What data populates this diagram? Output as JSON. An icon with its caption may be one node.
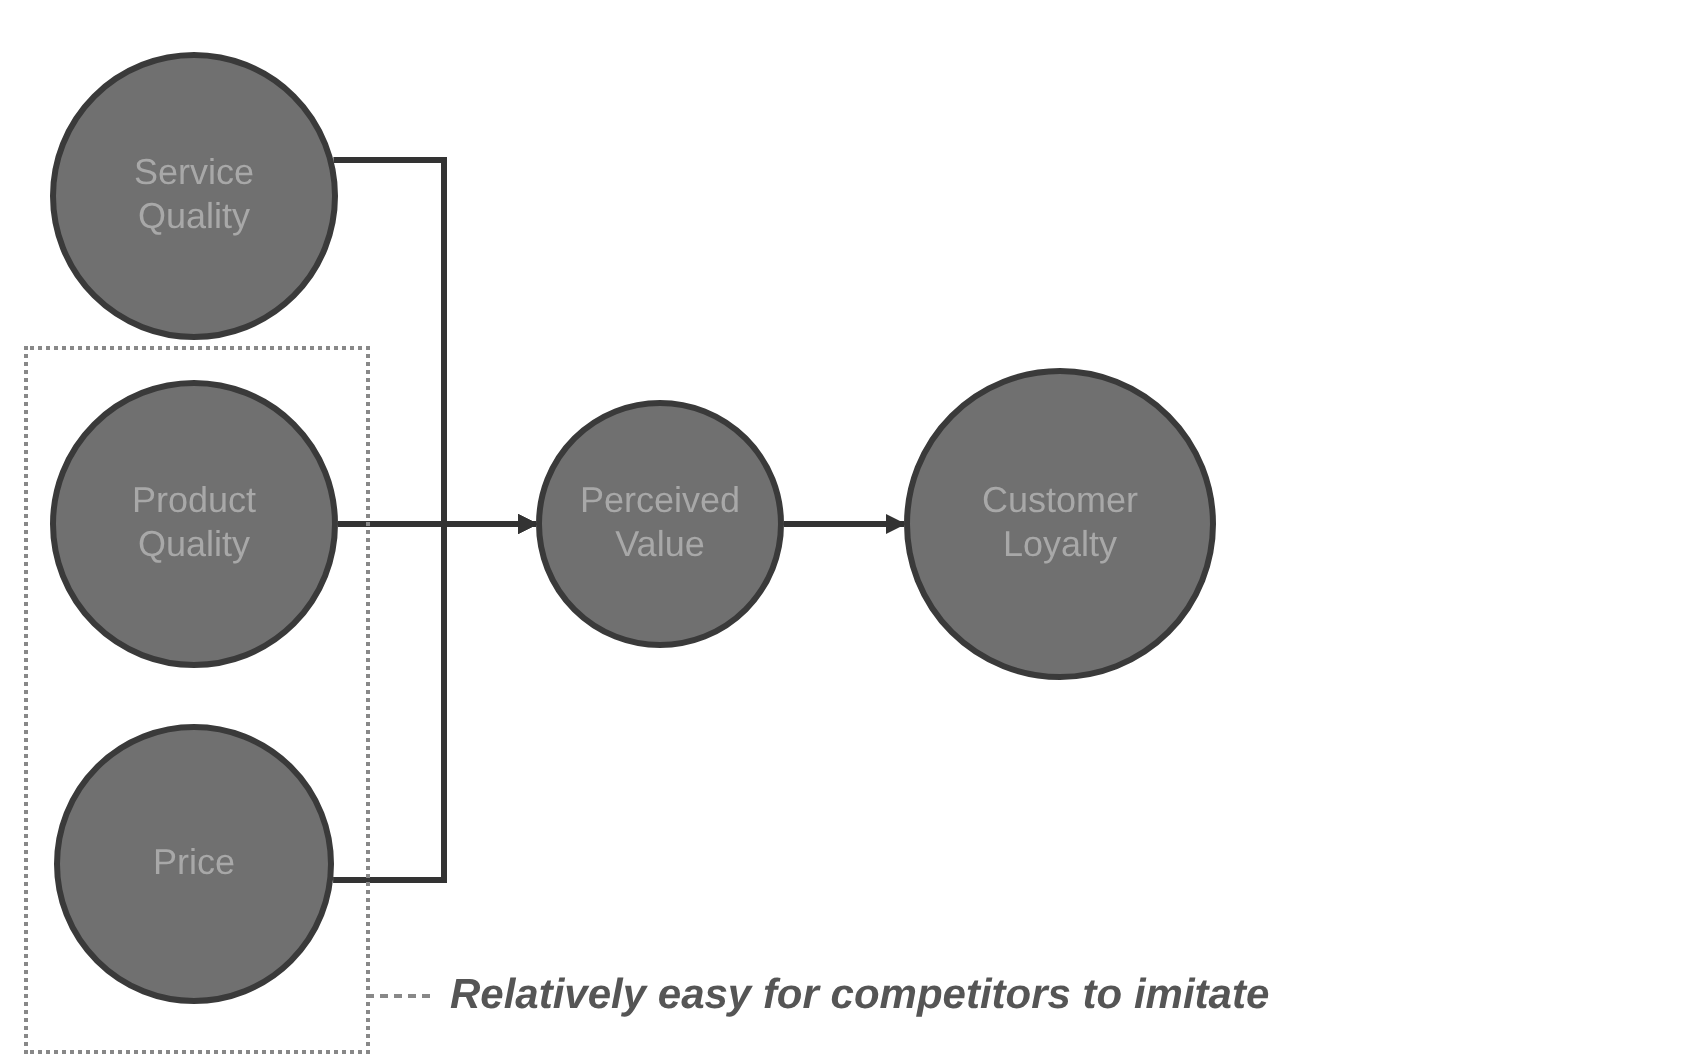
{
  "diagram": {
    "nodes": [
      {
        "text": [
          "Service Quality"
        ]
      },
      {
        "text": [],
        "shape": "box"
      },
      {
        "text": [
          "Product Quality"
        ],
        "in": 1
      },
      {
        "text": [
          "Price"
        ],
        "in": 1
      },
      {
        "text": [
          "Perceived Value"
        ]
      },
      {
        "text": [
          "Customer Loyalty"
        ]
      },
      {
        "text": [
          "Relatively easy for competitors to imitate"
        ]
      }
    ],
    "edges": [
      {
        "from": 0,
        "to": 4,
        "arrow": "to"
      },
      {
        "from": 2,
        "to": 4,
        "arrow": "to"
      },
      {
        "from": 3,
        "to": 4,
        "arrow": "to"
      },
      {
        "from": 4,
        "to": 5,
        "arrow": "to"
      },
      {
        "from": 6,
        "to": 1,
        "arrow": "none",
        "style": "dashed"
      }
    ]
  }
}
